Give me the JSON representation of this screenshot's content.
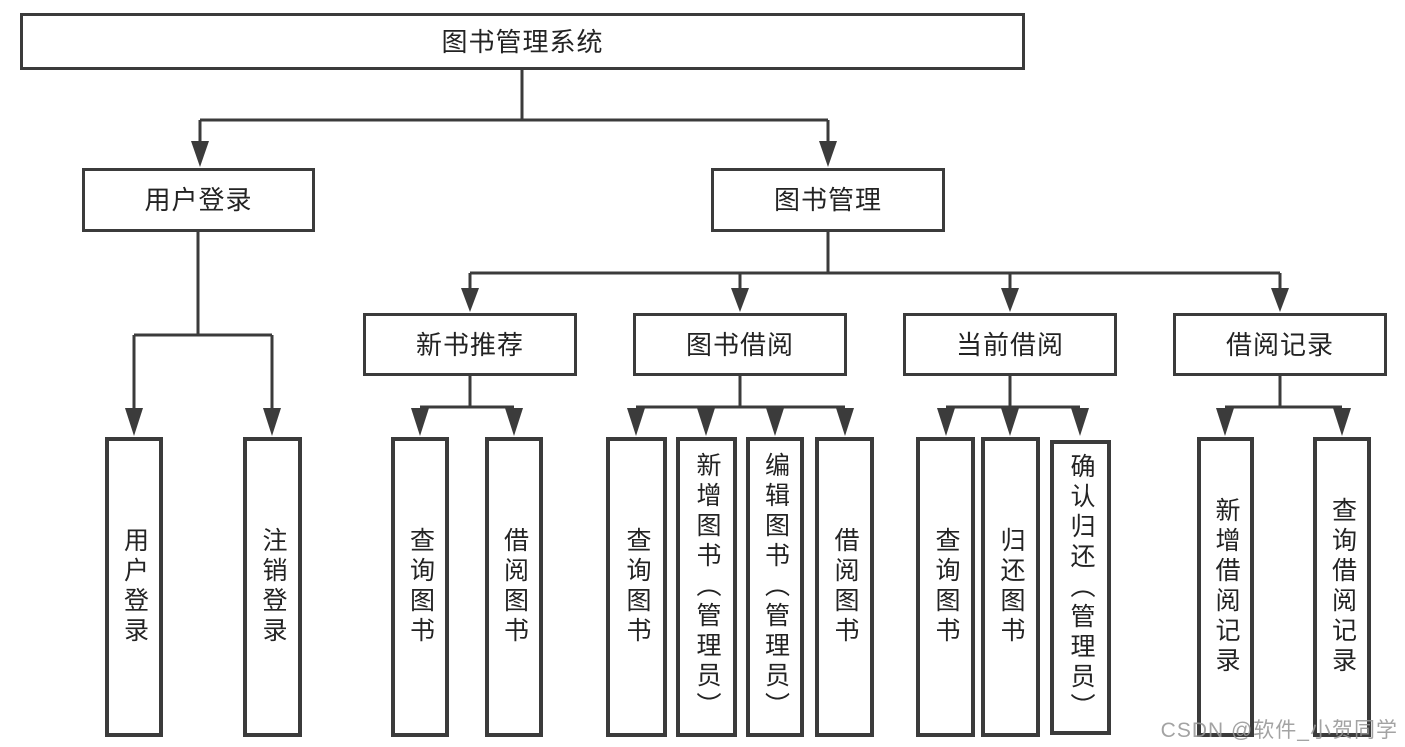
{
  "colors": {
    "background": "#ffffff",
    "line": "#3b3b3b",
    "box_border": "#3b3b3b",
    "box_fill": "#ffffff",
    "text": "#232323",
    "watermark": "#969696"
  },
  "tree": {
    "root": {
      "label": "图书管理系统"
    },
    "branches": [
      {
        "label": "用户登录",
        "children": [
          {
            "label": "用户登录"
          },
          {
            "label": "注销登录"
          }
        ]
      },
      {
        "label": "图书管理",
        "children": [
          {
            "label": "新书推荐",
            "children": [
              {
                "label": "查询图书"
              },
              {
                "label": "借阅图书"
              }
            ]
          },
          {
            "label": "图书借阅",
            "children": [
              {
                "label": "查询图书"
              },
              {
                "label": "新增图书（管理员）"
              },
              {
                "label": "编辑图书（管理员）"
              },
              {
                "label": "借阅图书"
              }
            ]
          },
          {
            "label": "当前借阅",
            "children": [
              {
                "label": "查询图书"
              },
              {
                "label": "归还图书"
              },
              {
                "label": "确认归还（管理员）"
              }
            ]
          },
          {
            "label": "借阅记录",
            "children": [
              {
                "label": "新增借阅记录"
              },
              {
                "label": "查询借阅记录"
              }
            ]
          }
        ]
      }
    ]
  },
  "watermark": {
    "text": "CSDN @软件_小贺同学"
  }
}
